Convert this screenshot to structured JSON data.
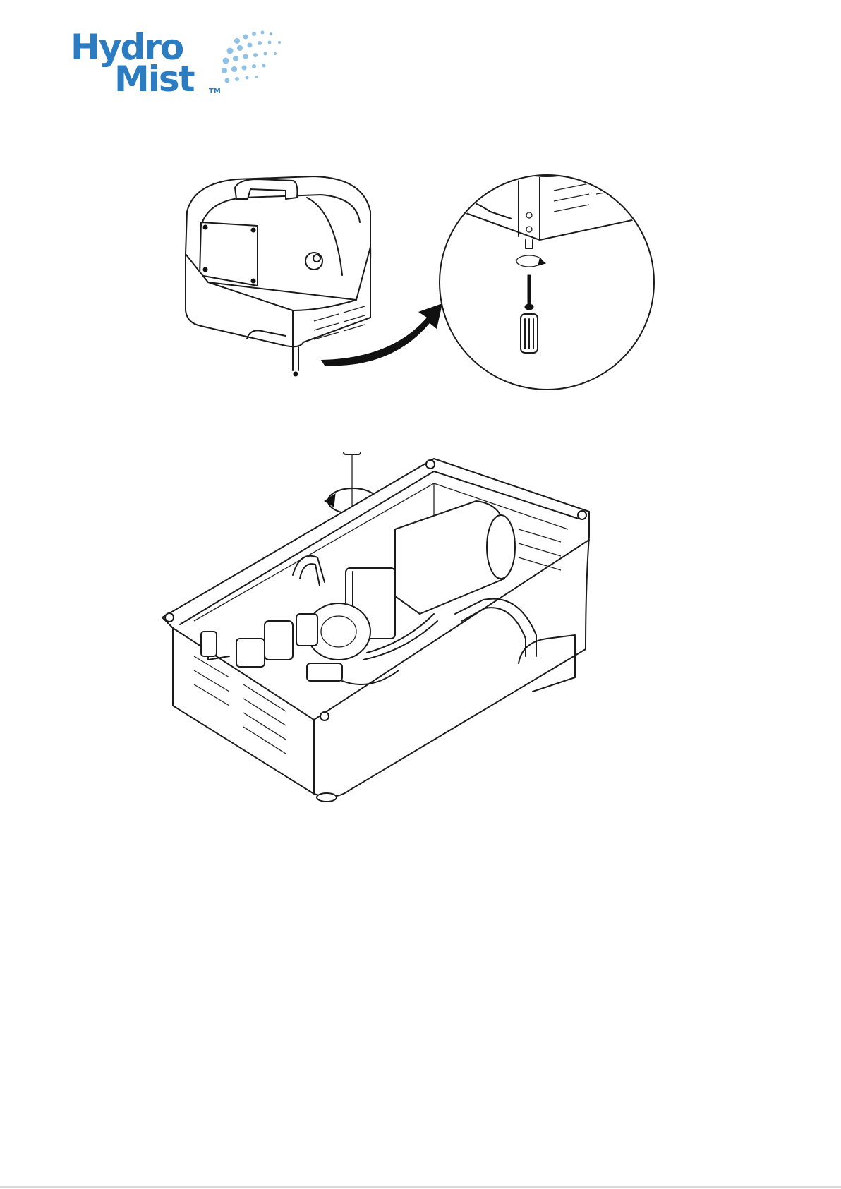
{
  "brand": {
    "line1": "Hydro",
    "line2": "Mist",
    "trademark": "TM",
    "color": "#2b7cc0"
  },
  "figures": [
    {
      "name": "unit-with-detail-callout",
      "icons": [
        "housing-unit",
        "curved-arrow",
        "detail-circle",
        "rotation-arrow",
        "screwdriver-icon"
      ]
    },
    {
      "name": "open-base-internal-view",
      "icons": [
        "cap-nut",
        "counterclockwise-arrow",
        "pump-motor",
        "hoses"
      ]
    }
  ]
}
